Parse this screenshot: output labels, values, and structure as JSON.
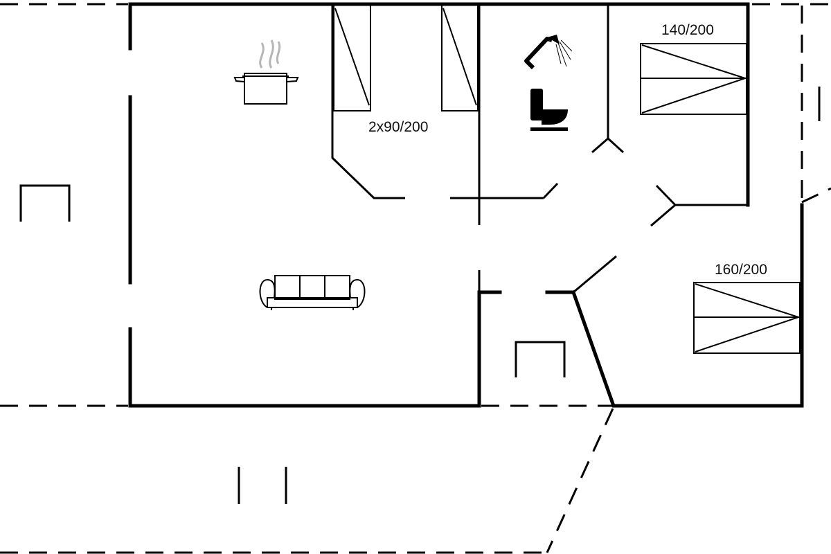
{
  "plan": {
    "beds": [
      {
        "label": "2x90/200"
      },
      {
        "label": "140/200"
      },
      {
        "label": "160/200"
      }
    ],
    "icons": [
      "cooking-pot-icon",
      "shower-icon",
      "toilet-icon",
      "sofa-icon",
      "table-icon"
    ],
    "line_color": "#000000",
    "background": "#ffffff"
  }
}
